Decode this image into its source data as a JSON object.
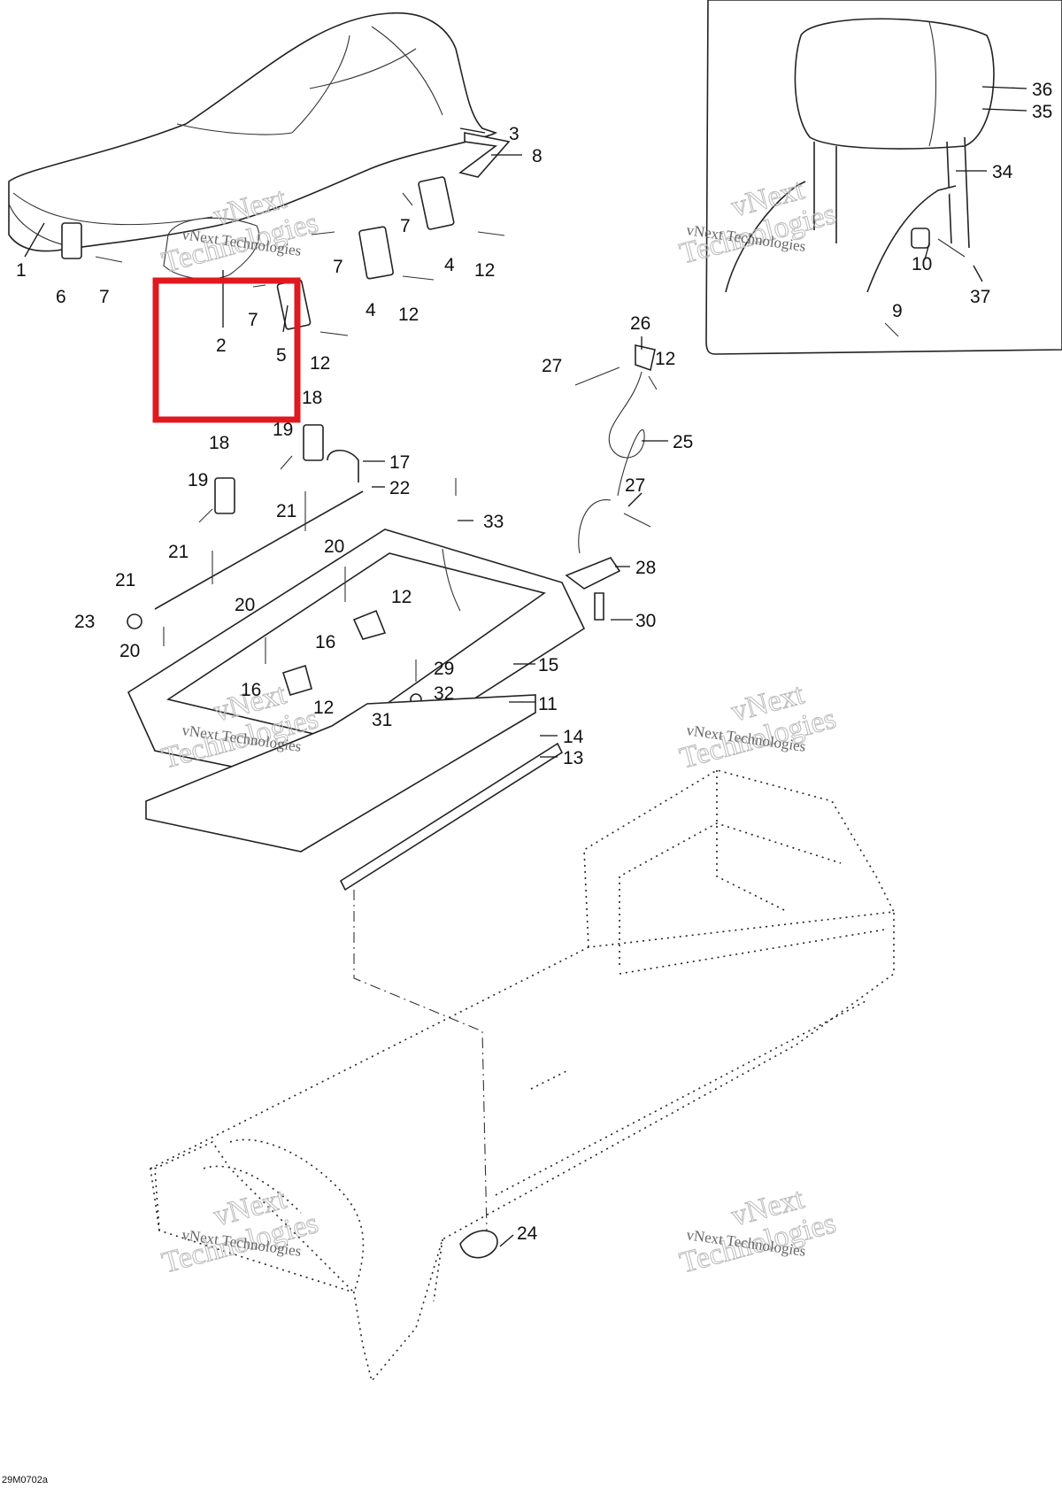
{
  "diagram": {
    "drawing_code": "29M0702a",
    "watermark_line1": "vNext",
    "watermark_line2": "Technologies",
    "watermark_caption": "vNext Technologies",
    "highlight_color": "#e0191f",
    "callouts": [
      {
        "id": "c1",
        "text": "1"
      },
      {
        "id": "c6",
        "text": "6"
      },
      {
        "id": "c7a",
        "text": "7"
      },
      {
        "id": "c2",
        "text": "2"
      },
      {
        "id": "c7b",
        "text": "7"
      },
      {
        "id": "c5",
        "text": "5"
      },
      {
        "id": "c7c",
        "text": "7"
      },
      {
        "id": "c7d",
        "text": "7"
      },
      {
        "id": "c4a",
        "text": "4"
      },
      {
        "id": "c4b",
        "text": "4"
      },
      {
        "id": "c12a",
        "text": "12"
      },
      {
        "id": "c12b",
        "text": "12"
      },
      {
        "id": "c12c",
        "text": "12"
      },
      {
        "id": "c3",
        "text": "3"
      },
      {
        "id": "c8",
        "text": "8"
      },
      {
        "id": "c36",
        "text": "36"
      },
      {
        "id": "c35",
        "text": "35"
      },
      {
        "id": "c34",
        "text": "34"
      },
      {
        "id": "c10",
        "text": "10"
      },
      {
        "id": "c37",
        "text": "37"
      },
      {
        "id": "c9",
        "text": "9"
      },
      {
        "id": "c26",
        "text": "26"
      },
      {
        "id": "c27a",
        "text": "27"
      },
      {
        "id": "c12d",
        "text": "12"
      },
      {
        "id": "c25",
        "text": "25"
      },
      {
        "id": "c27b",
        "text": "27"
      },
      {
        "id": "c28",
        "text": "28"
      },
      {
        "id": "c30",
        "text": "30"
      },
      {
        "id": "c18a",
        "text": "18"
      },
      {
        "id": "c18b",
        "text": "18"
      },
      {
        "id": "c19a",
        "text": "19"
      },
      {
        "id": "c19b",
        "text": "19"
      },
      {
        "id": "c17",
        "text": "17"
      },
      {
        "id": "c22",
        "text": "22"
      },
      {
        "id": "c21a",
        "text": "21"
      },
      {
        "id": "c21b",
        "text": "21"
      },
      {
        "id": "c21c",
        "text": "21"
      },
      {
        "id": "c20a",
        "text": "20"
      },
      {
        "id": "c20b",
        "text": "20"
      },
      {
        "id": "c20c",
        "text": "20"
      },
      {
        "id": "c23",
        "text": "23"
      },
      {
        "id": "c33",
        "text": "33"
      },
      {
        "id": "c12e",
        "text": "12"
      },
      {
        "id": "c16a",
        "text": "16"
      },
      {
        "id": "c16b",
        "text": "16"
      },
      {
        "id": "c12f",
        "text": "12"
      },
      {
        "id": "c29",
        "text": "29"
      },
      {
        "id": "c32",
        "text": "32"
      },
      {
        "id": "c31",
        "text": "31"
      },
      {
        "id": "c15",
        "text": "15"
      },
      {
        "id": "c11",
        "text": "11"
      },
      {
        "id": "c14",
        "text": "14"
      },
      {
        "id": "c13",
        "text": "13"
      },
      {
        "id": "c24",
        "text": "24"
      }
    ]
  }
}
